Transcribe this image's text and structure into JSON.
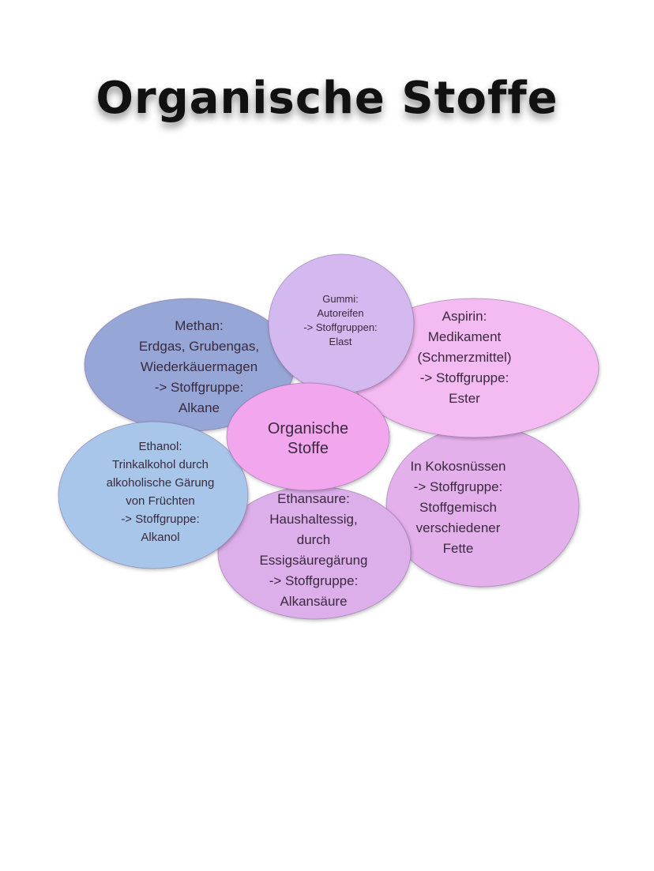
{
  "title": "Organische Stoffe",
  "center": {
    "lines": [
      "Organische",
      "Stoffe"
    ],
    "color": "#f2a6ee"
  },
  "bubbles": [
    {
      "id": "kokos",
      "lines": [
        "In Kokosnüssen",
        "-> Stoffgruppe:",
        "Stoffgemisch",
        "verschiedener",
        "Fette"
      ],
      "color": "#e4b0ec"
    },
    {
      "id": "ethansaeure",
      "lines": [
        "Ethansaure:",
        "Haushaltessig,",
        "durch",
        "Essigsäuregärung",
        "-> Stoffgruppe:",
        "Alkansäure"
      ],
      "color": "#dcaeea"
    },
    {
      "id": "methan",
      "lines": [
        "Methan:",
        "Erdgas, Grubengas,",
        "Wiederkäuermagen",
        "-> Stoffgruppe:",
        "Alkane"
      ],
      "color": "#96a6d6"
    },
    {
      "id": "aspirin",
      "lines": [
        "Aspirin:",
        "Medikament",
        "(Schmerzmittel)",
        "-> Stoffgruppe:",
        "Ester"
      ],
      "color": "#f4baf2"
    },
    {
      "id": "gummi",
      "lines": [
        "Gummi:",
        "Autoreifen",
        "-> Stoffgruppen:",
        "Elast"
      ],
      "color": "#d4b8f0"
    },
    {
      "id": "ethanol",
      "lines": [
        "Ethanol:",
        "Trinkalkohol durch",
        "alkoholische Gärung",
        "von Früchten",
        "-> Stoffgruppe:",
        "Alkanol"
      ],
      "color": "#a8c6ea"
    }
  ]
}
